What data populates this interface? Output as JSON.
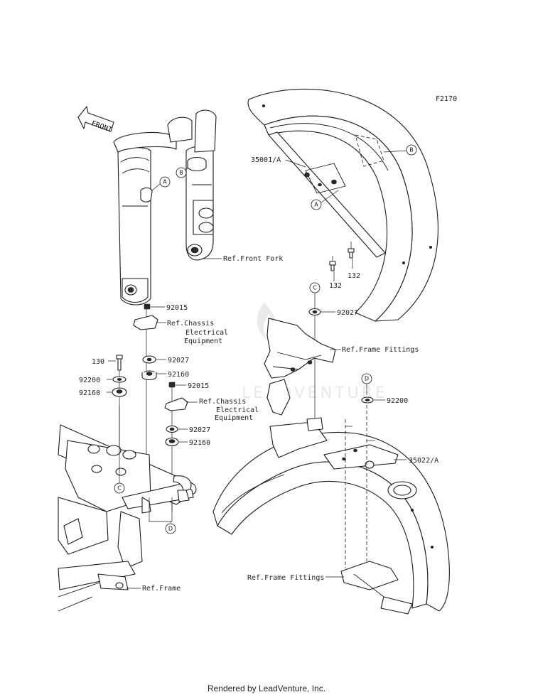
{
  "figure_code": "F2170",
  "direction_label": "FRONT",
  "watermark_text": "LEADVENTURE",
  "footer_text": "Rendered by LeadVenture, Inc.",
  "callouts": {
    "a": "A",
    "b": "B",
    "c": "C",
    "d": "D"
  },
  "parts": {
    "front_fender": "35001/A",
    "rear_fender": "35022/A",
    "bolt_132": "132",
    "bolt_130": "130",
    "nut_92015": "92015",
    "washer_92027": "92027",
    "damper_92160": "92160",
    "washer_92200": "92200"
  },
  "refs": {
    "front_fork": "Ref.Front Fork",
    "chassis_line1": "Ref.Chassis",
    "chassis_line2": "Electrical",
    "chassis_line3": "Equipment",
    "frame_fittings": "Ref.Frame Fittings",
    "frame": "Ref.Frame"
  }
}
